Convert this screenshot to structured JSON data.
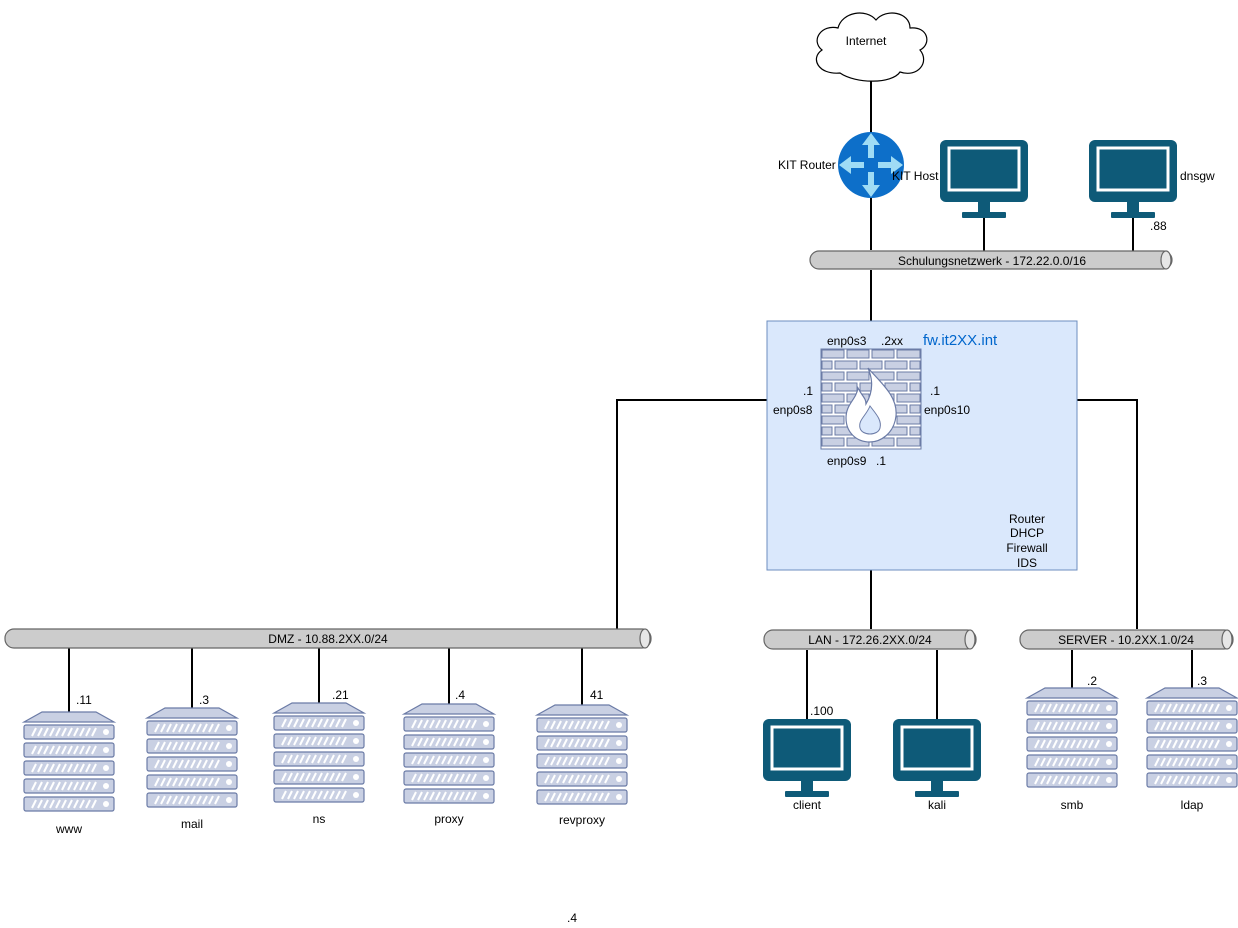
{
  "internet": "Internet",
  "kit_router": "KIT Router",
  "kit_host": "KIT Host",
  "dnsgw": {
    "name": "dnsgw",
    "ip": ".88"
  },
  "school_net": "Schulungsnetzwerk - 172.22.0.0/16",
  "firewall": {
    "name": "fw.it2XX.int",
    "enp0s3": "enp0s3",
    "enp0s3_ip": ".2xx",
    "enp0s8": "enp0s8",
    "enp0s8_ip": ".1",
    "enp0s9": "enp0s9",
    "enp0s9_ip": ".1",
    "enp0s10": "enp0s10",
    "enp0s10_ip": ".1",
    "roles": [
      "Router",
      "DHCP",
      "Firewall",
      "IDS"
    ]
  },
  "dmz": {
    "label": "DMZ - 10.88.2XX.0/24",
    "hosts": [
      {
        "name": "www",
        "ip": ".11"
      },
      {
        "name": "mail",
        "ip": ".3"
      },
      {
        "name": "ns",
        "ip": ".21"
      },
      {
        "name": "proxy",
        "ip": ".4"
      },
      {
        "name": "revproxy",
        "ip": "41"
      }
    ]
  },
  "lan": {
    "label": "LAN - 172.26.2XX.0/24",
    "hosts": [
      {
        "name": "client",
        "ip": ".100"
      },
      {
        "name": "kali",
        "ip": ""
      }
    ]
  },
  "server": {
    "label": "SERVER - 10.2XX.1.0/24",
    "hosts": [
      {
        "name": "smb",
        "ip": ".2"
      },
      {
        "name": "ldap",
        "ip": ".3"
      }
    ]
  },
  "stray_label": ".4",
  "colors": {
    "monitor": "#0e5a78",
    "server_fill": "#c9d0e3",
    "server_stroke": "#6b7ba6",
    "bus": "#cccccc",
    "fw_box": "#dae8fc",
    "fw_box_border": "#6c8ebf",
    "router": "#0d6fc9"
  }
}
